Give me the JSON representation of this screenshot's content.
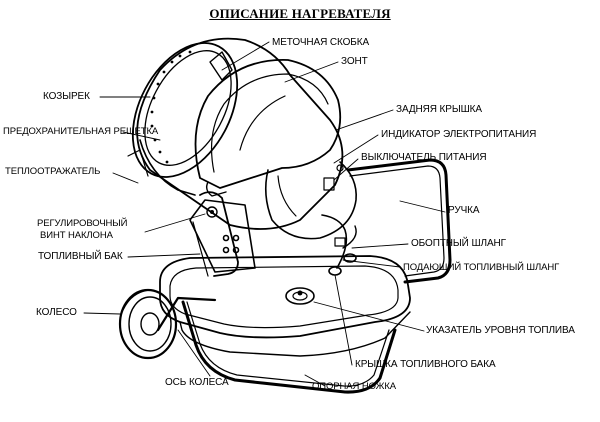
{
  "title": "ОПИСАНИЕ НАГРЕВАТЕЛЯ",
  "labels": {
    "metochnaya_skoba": "МЕТОЧНАЯ СКОБКА",
    "zont": "ЗОНТ",
    "kozyrek": "КОЗЫРЕК",
    "zadnyaya_kryshka": "ЗАДНЯЯ КРЫШКА",
    "predohranitelnaya_reshetka": "ПРЕДОХРАНИТЕЛЬНАЯ РЕШЕТКА",
    "indikator": "ИНДИКАТОР ЭЛЕКТРОПИТАНИЯ",
    "vyklyuchatel": "ВЫКЛЮЧАТЕЛЬ ПИТАНИЯ",
    "teplootrazhatel": "ТЕПЛООТРАЖАТЕЛЬ",
    "ruchka": "РУЧКА",
    "vint_line1": "РЕГУЛИРОВОЧНЫЙ",
    "vint_line2": "ВИНТ НАКЛОНА",
    "obratny_shlang": "ОБОПТНЫЙ ШЛАНГ",
    "toplivny_bak": "ТОПЛИВНЫЙ БАК",
    "podayushchiy_shlang": "ПОДАЮЩИЙ ТОПЛИВНЫЙ ШЛАНГ",
    "koleso": "КОЛЕСО",
    "ukazatel_urovnya": "УКАЗАТЕЛЬ УРОВНЯ ТОПЛИВА",
    "kryshka_baka": "КРЫШКА ТОПЛИВНОГО БАКА",
    "os_kolesa": "ОСЬ КОЛЕСА",
    "opornaya_nozhka": "ОПОРНАЯ НОЖКА"
  }
}
